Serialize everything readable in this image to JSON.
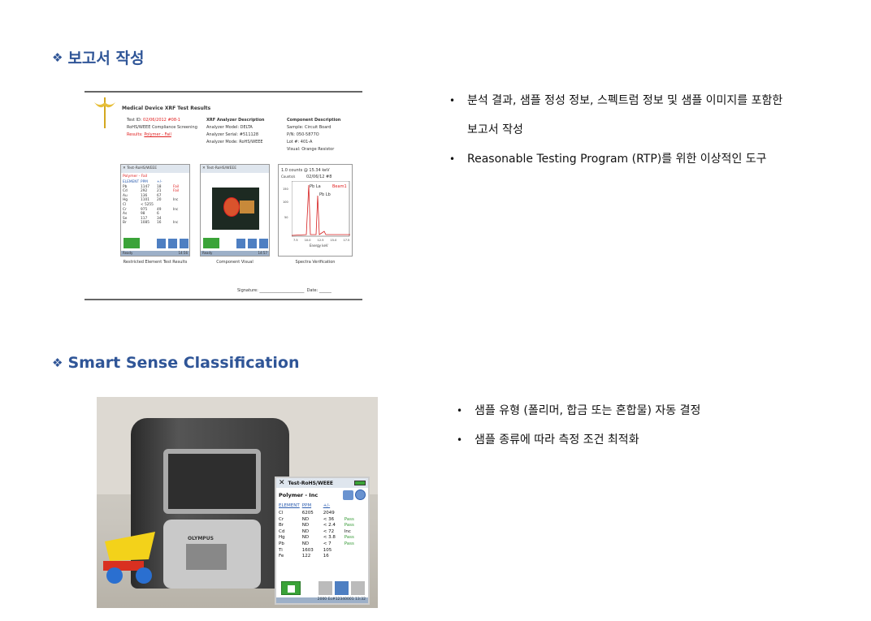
{
  "section1": {
    "heading": "보고서 작성",
    "bullets": [
      "분석 결과, 샘플 정성 정보, 스펙트럼 정보 및 샘플 이미지를 포함한",
      "보고서 작성",
      "Reasonable Testing Program (RTP)를 위한 이상적인 도구"
    ]
  },
  "report": {
    "title": "Medical Device XRF Test Results",
    "test_id_label": "Test ID:",
    "test_id": "02/06/2012 #08-1",
    "compliance": "RoHS/WEEE Compliance Screening",
    "results_label": "Results:",
    "results": "Polymer - Fail",
    "analyzer_heading": "XRF Analyzer Description",
    "analyzer": [
      "Analyzer Model: DELTA",
      "Analyzer Serial: #511128",
      "Analyzer Mode: RoHS/WEEE"
    ],
    "component_heading": "Component Description",
    "component": [
      "Sample: Circuit Board",
      "P/N: 050-5877O",
      "Lot #: 401-A",
      "Visual: Orange Resistor"
    ],
    "screen_title": "Test-RoHS/WEEE",
    "screen_status": "Ready",
    "screen_time1": "14:56",
    "screen_time2": "14:57",
    "polymer": "Polymer - Fail",
    "cols": [
      "ELEMENT",
      "PPM",
      "+/-"
    ],
    "rows": [
      [
        "Pb",
        "1147",
        "18",
        "Fail"
      ],
      [
        "Cd",
        "292",
        "21",
        "Fail"
      ],
      [
        "Au",
        "136",
        "67",
        ""
      ],
      [
        "Hg",
        "1101",
        "20",
        "Inc"
      ],
      [
        "Cl",
        "< 5255",
        "",
        ""
      ],
      [
        "Cr",
        "975",
        "49",
        "Inc"
      ],
      [
        "As",
        "98",
        "6",
        ""
      ],
      [
        "Se",
        "117",
        "34",
        ""
      ],
      [
        "Br",
        "1085",
        "16",
        "Inc"
      ]
    ],
    "spectrum_counts": "1.0 counts @ 15.34 keV",
    "spectrum_ylabel": "Counts/s",
    "spectrum_date": "02/06/12 #8",
    "peak1": "Pb La",
    "peak2": "Pb Lb",
    "beam": "Beam1",
    "xticks": [
      "7.5",
      "10.0",
      "12.5",
      "15.0",
      "17.5"
    ],
    "yticks": [
      "150",
      "100",
      "50"
    ],
    "xlabel": "Energy keV",
    "captions": [
      "Restricted Element Test Results",
      "Component Visual",
      "Spectra Verification"
    ],
    "signature": "Signature:",
    "date": "Date:"
  },
  "section2": {
    "heading": "Smart Sense Classification",
    "bullets": [
      "샘플 유형 (폴리머, 합금 또는 혼합물) 자동 결정",
      "샘플 종류에 따라 측정 조건 최적화"
    ]
  },
  "device": {
    "title": "Test-RoHS/WEEE",
    "mode": "Polymer - Inc",
    "cols": [
      "ELEMENT",
      "PPM",
      "+/-"
    ],
    "rows": [
      [
        "Cl",
        "6205",
        "2049",
        ""
      ],
      [
        "Cr",
        "ND",
        "< 36",
        "Pass"
      ],
      [
        "Br",
        "ND",
        "< 2.4",
        "Pass"
      ],
      [
        "Cd",
        "ND",
        "< 72",
        "Inc"
      ],
      [
        "Hg",
        "ND",
        "< 3.8",
        "Pass"
      ],
      [
        "Pb",
        "ND",
        "< 7",
        "Pass"
      ],
      [
        "Ti",
        "1603",
        "105",
        ""
      ],
      [
        "Fe",
        "122",
        "16",
        ""
      ]
    ],
    "status": "2000 Ec#12340001",
    "time": "13:32",
    "brand": "OLYMPUS"
  },
  "colors": {
    "heading": "#2f5597",
    "pass": "#3a9c3a",
    "fail": "#e02020"
  }
}
